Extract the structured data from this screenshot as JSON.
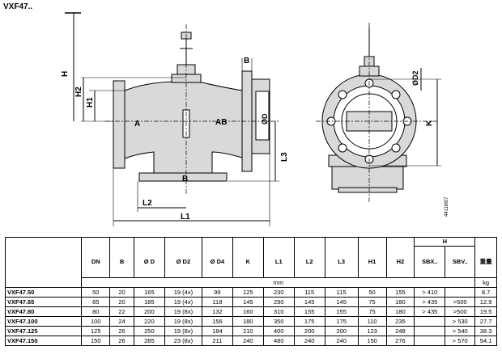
{
  "title": "VXF47..",
  "drawing": {
    "labels": {
      "h": "H",
      "h2": "H2",
      "h1": "H1",
      "a": "A",
      "ab": "AB",
      "b_port": "B",
      "b_dim": "B",
      "od": "ØD",
      "l3": "L3",
      "l2": "L2",
      "l1": "L1",
      "d2": "ØD2",
      "k": "K",
      "fig_no": "4411M07"
    }
  },
  "table": {
    "group_header": "H",
    "headers": [
      "",
      "DN",
      "B",
      "Ø D",
      "Ø D2",
      "Ø D4",
      "K",
      "L1",
      "L2",
      "L3",
      "H1",
      "H2",
      "SBX..",
      "SBV..",
      "重量"
    ],
    "unit_mm": "mm",
    "unit_kg": "kg",
    "rows": [
      [
        "VXF47.50",
        "50",
        "20",
        "165",
        "19 (4x)",
        "99",
        "125",
        "230",
        "115",
        "115",
        "50",
        "155",
        "> 410",
        "",
        "8.7"
      ],
      [
        "VXF47.65",
        "65",
        "20",
        "185",
        "19 (4x)",
        "118",
        "145",
        "290",
        "145",
        "145",
        "75",
        "180",
        "> 435",
        ">500",
        "12.9"
      ],
      [
        "VXF47.80",
        "80",
        "22",
        "200",
        "19 (8x)",
        "132",
        "160",
        "310",
        "155",
        "155",
        "75",
        "180",
        "> 435",
        ">500",
        "19.5"
      ],
      [
        "VXF47.100",
        "100",
        "24",
        "220",
        "19 (8x)",
        "156",
        "180",
        "350",
        "175",
        "175",
        "110",
        "235",
        "",
        "> 530",
        "27.7"
      ],
      [
        "VXF47.125",
        "125",
        "26",
        "250",
        "19 (8x)",
        "184",
        "210",
        "400",
        "200",
        "200",
        "123",
        "248",
        "",
        "> 540",
        "38.3"
      ],
      [
        "VXF47.150",
        "150",
        "26",
        "285",
        "23 (8x)",
        "211",
        "240",
        "480",
        "240",
        "240",
        "150",
        "276",
        "",
        "> 570",
        "54.1"
      ]
    ]
  }
}
